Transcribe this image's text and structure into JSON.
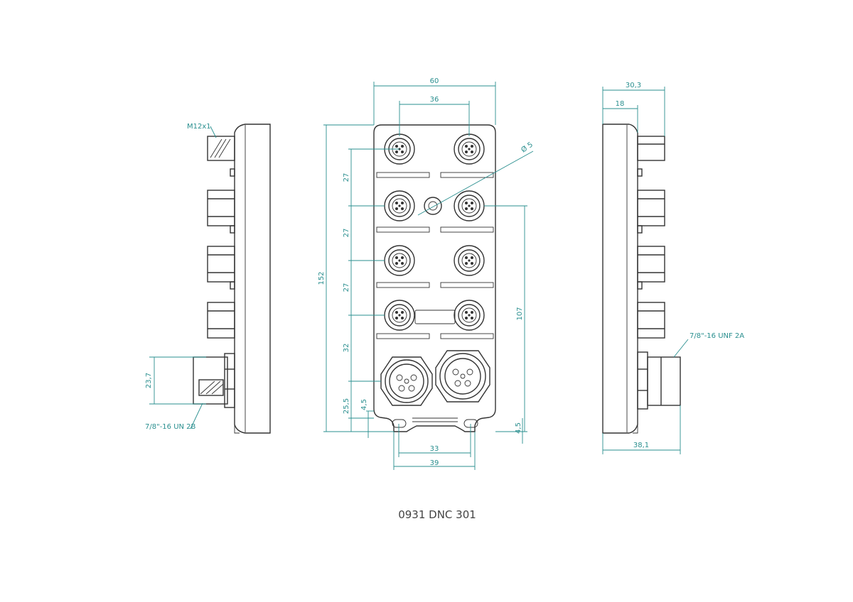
{
  "caption": "0931 DNC 301",
  "colors": {
    "dimension": "#2a8f8f",
    "outline": "#333333"
  },
  "dimensions": {
    "width_60": "60",
    "pitch_36": "36",
    "height_152": "152",
    "pitch_27_a": "27",
    "pitch_27_b": "27",
    "pitch_27_c": "27",
    "pitch_32": "32",
    "offset_25_5": "25,5",
    "offset_4_5_left": "4,5",
    "offset_4_5_right": "4,5",
    "height_107": "107",
    "hole_dia": "Ø 5",
    "hole_pitch_33": "33",
    "hole_span_39": "39",
    "side_m12": "M12x1",
    "side_thread_left": "7/8\"-16 UN 2B",
    "side_23_7": "23,7",
    "side_30_3": "30,3",
    "side_18": "18",
    "side_38_1": "38,1",
    "side_thread_right": "7/8\"-16 UNF 2A"
  }
}
